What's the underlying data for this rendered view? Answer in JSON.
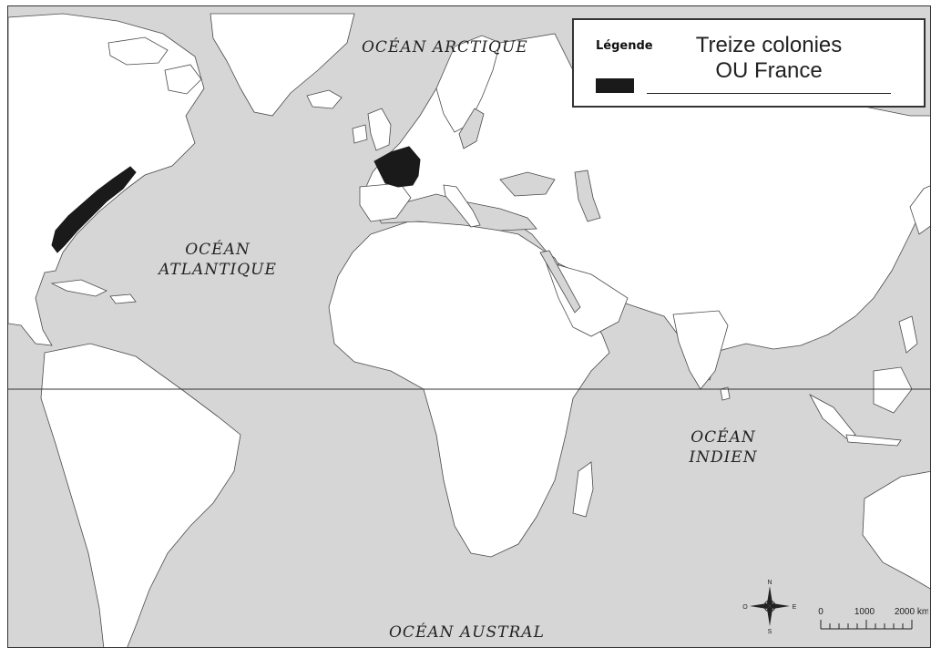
{
  "map": {
    "oceans": {
      "arctic": "OCÉAN ARCTIQUE",
      "atlantic_line1": "OCÉAN",
      "atlantic_line2": "ATLANTIQUE",
      "indian_line1": "OCÉAN",
      "indian_line2": "INDIEN",
      "southern": "OCÉAN AUSTRAL"
    },
    "regions": {
      "thirteen_colonies": "Treize colonies",
      "france": "France"
    },
    "colors": {
      "water": "#d6d6d6",
      "land": "#ffffff",
      "coastline": "#4a4a4a",
      "highlight": "#1a1a1a",
      "equator": "#333333"
    }
  },
  "legend": {
    "title": "Légende",
    "entry_line1": "Treize colonies",
    "entry_line2": "OU France",
    "swatch_color": "#1a1a1a"
  },
  "compass": {
    "north": "N",
    "south": "S",
    "east": "E",
    "west": "O",
    "icon": "compass-rose-icon"
  },
  "scale": {
    "tick0": "0",
    "tick1": "1000",
    "tick2": "2000 km"
  }
}
